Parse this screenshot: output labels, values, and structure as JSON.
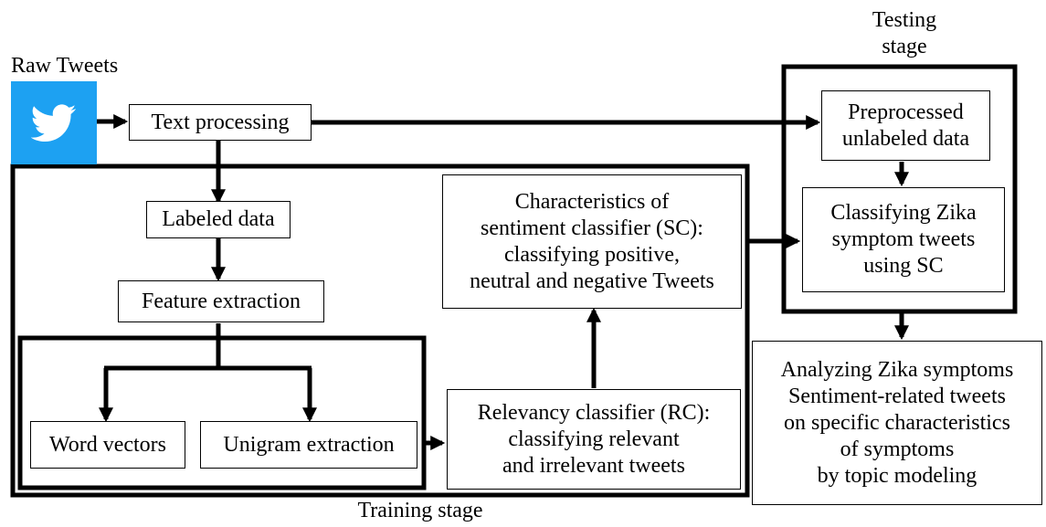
{
  "colors": {
    "twitter_blue": "#1da1f2",
    "stroke": "#000000"
  },
  "labels": {
    "raw_tweets": "Raw Tweets",
    "testing_stage": "Testing\nstage",
    "training_stage": "Training stage"
  },
  "nodes": {
    "text_processing": "Text processing",
    "labeled_data": "Labeled data",
    "feature_extraction": "Feature extraction",
    "word_vectors": "Word vectors",
    "unigram_extraction": "Unigram extraction",
    "relevancy_classifier": "Relevancy classifier (RC):\nclassifying relevant\nand irrelevant tweets",
    "sentiment_classifier": "Characteristics of\nsentiment classifier (SC):\nclassifying positive,\nneutral and negative Tweets",
    "preprocessed_unlabeled": "Preprocessed\nunlabeled data",
    "classifying_zika": "Classifying Zika\nsymptom tweets\nusing SC",
    "analyzing_zika": "Analyzing Zika symptoms\nSentiment-related tweets\non specific characteristics\nof symptoms\nby topic modeling"
  },
  "icons": {
    "twitter": "twitter-bird-icon"
  }
}
